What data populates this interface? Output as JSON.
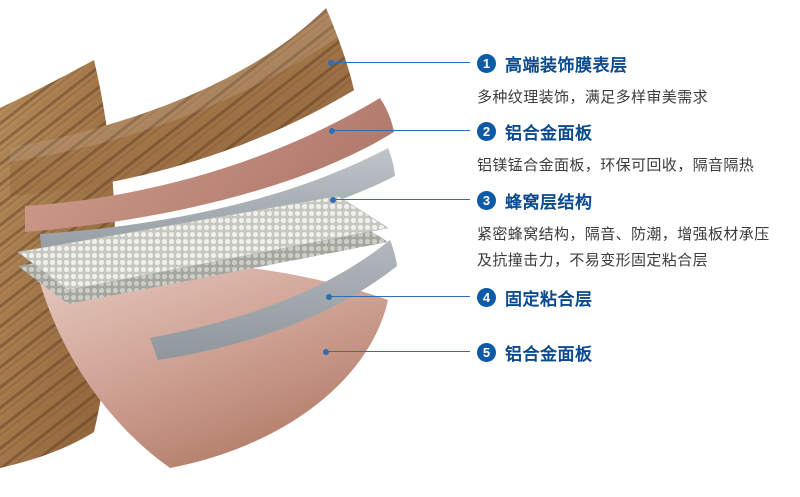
{
  "diagram": {
    "colors": {
      "accent": "#0d5aa7",
      "title": "#0c4a8e",
      "line": "#2f6eb5",
      "body": "#3c3c3c",
      "layer_wood": "#a57e50",
      "layer_aluminum_top": "#c08a7a",
      "layer_honeycomb": "#e4e4e0",
      "layer_adhesive": "#a3a9ae",
      "layer_aluminum_bottom": "#c28e7d"
    },
    "items": [
      {
        "num": "1",
        "title": "高端装饰膜表层",
        "desc": "多种纹理装饰，满足多样审美需求"
      },
      {
        "num": "2",
        "title": "铝合金面板",
        "desc": "铝镁锰合金面板，环保可回收，隔音隔热"
      },
      {
        "num": "3",
        "title": "蜂窝层结构",
        "desc": "紧密蜂窝结构，隔音、防潮，增强板材承压及抗撞击力，不易变形固定粘合层"
      },
      {
        "num": "4",
        "title": "固定粘合层"
      },
      {
        "num": "5",
        "title": "铝合金面板"
      }
    ]
  }
}
